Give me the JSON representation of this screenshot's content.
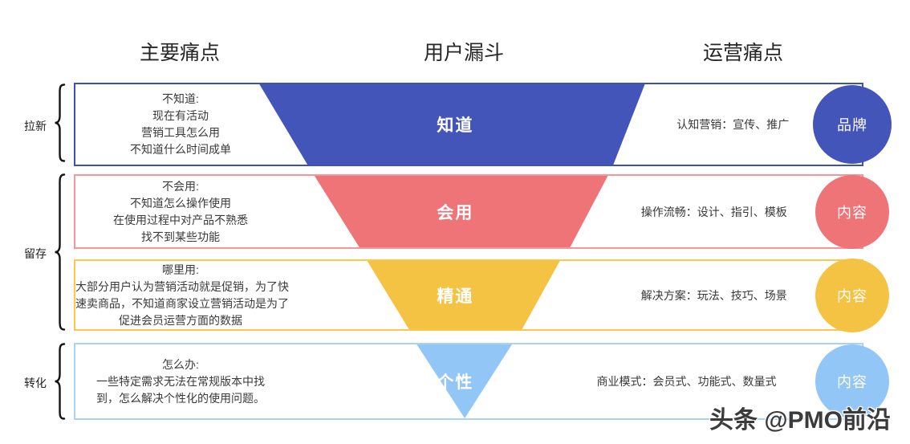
{
  "headers": {
    "pain": "主要痛点",
    "funnel": "用户漏斗",
    "ops": "运营痛点"
  },
  "stages": {
    "acquisition": "拉新",
    "retention": "留存",
    "conversion": "转化"
  },
  "rows": [
    {
      "stage": "拉新",
      "pain_lines": [
        "不知道:",
        "现在有活动",
        "营销工具怎么用",
        "不知道什么时间成单"
      ],
      "funnel_label": "知道",
      "ops_text": "认知营销：宣传、推广",
      "circle_label": "品牌",
      "fill": "#4355B9",
      "border": "#3D50B5"
    },
    {
      "stage": "留存",
      "pain_lines": [
        "不会用:",
        "不知道怎么操作使用",
        "在使用过程中对产品不熟悉",
        "找不到某些功能"
      ],
      "funnel_label": "会用",
      "ops_text": "操作流畅：设计、指引、模板",
      "circle_label": "内容",
      "fill": "#EE7478",
      "border": "#F2989B"
    },
    {
      "stage": "留存",
      "pain_lines": [
        "哪里用:",
        "大部分用户认为营销活动就是促销，为了快",
        "速卖商品，不知道商家设立营销活动是为了",
        "促进会员运营方面的数据"
      ],
      "funnel_label": "精通",
      "ops_text": "解决方案：玩法、技巧、场景",
      "circle_label": "内容",
      "fill": "#F5C343",
      "border": "#F7C94F"
    },
    {
      "stage": "转化",
      "pain_lines": [
        "怎么办:",
        "一些特定需求无法在常规版本中找",
        "到，怎么解决个性化的使用问题。"
      ],
      "funnel_label": "个性",
      "ops_text": "商业模式：会员式、功能式、数量式",
      "circle_label": "内容",
      "fill": "#92C6F7",
      "border": "#A8D2F8"
    }
  ],
  "watermark": "头条 @PMO前沿"
}
